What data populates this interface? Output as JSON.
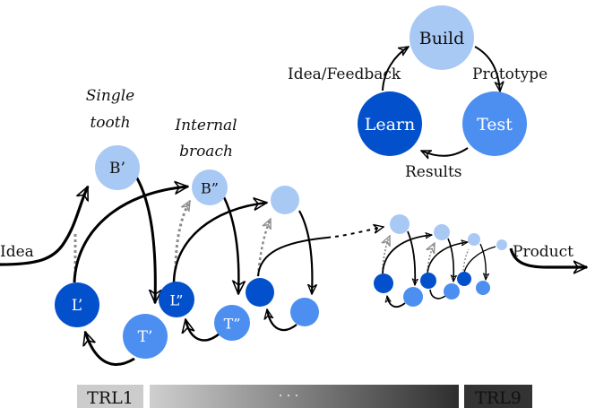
{
  "colors": {
    "build": "#a9c9f5",
    "test": "#4d8ff0",
    "learn": "#0350cc",
    "arrow": "#000000",
    "feedback_arrow": "#8c8c8c",
    "trl1_box": "#cccccc",
    "trl9_box": "#333333",
    "gradient_start": "#cfcfcf",
    "gradient_end": "#2e2e2e"
  },
  "cycle": {
    "build": "Build",
    "test": "Test",
    "learn": "Learn",
    "edge_build_test": "Prototype",
    "edge_test_learn": "Results",
    "edge_learn_build": "Idea/Feedback"
  },
  "spiral": {
    "start_label": "Idea",
    "end_label": "Product",
    "iteration1_title": [
      "Single",
      "tooth"
    ],
    "iteration2_title": [
      "Internal",
      "broach"
    ],
    "iterations": [
      {
        "build": "B’",
        "test": "T’",
        "learn": "L’"
      },
      {
        "build": "B”",
        "test": "T”",
        "learn": "L”"
      },
      {
        "build": "",
        "test": "",
        "learn": ""
      },
      {
        "build": "",
        "test": "",
        "learn": ""
      },
      {
        "build": "",
        "test": "",
        "learn": ""
      },
      {
        "build": "",
        "test": "",
        "learn": ""
      }
    ]
  },
  "trl_bar": {
    "start": "TRL1",
    "end": "TRL9",
    "middle": "· · ·"
  }
}
